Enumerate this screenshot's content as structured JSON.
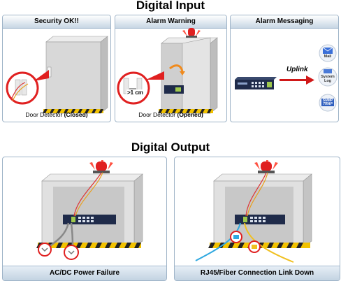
{
  "digital_input": {
    "title": "Digital Input",
    "panels": [
      {
        "header": "Security OK!!",
        "caption_prefix": "Door Detector ",
        "caption_bold": "(Closed)"
      },
      {
        "header": "Alarm Warning",
        "caption_prefix": "Door Detector ",
        "caption_bold": "(Opened)",
        "gap_label": ">1 cm"
      },
      {
        "header": "Alarm Messaging",
        "uplink_label": "Uplink",
        "messages": [
          {
            "label": "Mail"
          },
          {
            "label": "System Log"
          },
          {
            "label": "SNMP TRAP"
          }
        ]
      }
    ]
  },
  "digital_output": {
    "title": "Digital Output",
    "panels": [
      {
        "footer": "AC/DC Power Failure"
      },
      {
        "footer": "RJ45/Fiber Connection Link Down"
      }
    ]
  },
  "colors": {
    "panel_border": "#9fb4c8",
    "alarm_red": "#e02020",
    "cabinet_gray": "#d5d5d5",
    "hazard_yellow": "#f2c200",
    "switch_navy": "#1f2b4a",
    "uplink_red": "#d01818"
  }
}
